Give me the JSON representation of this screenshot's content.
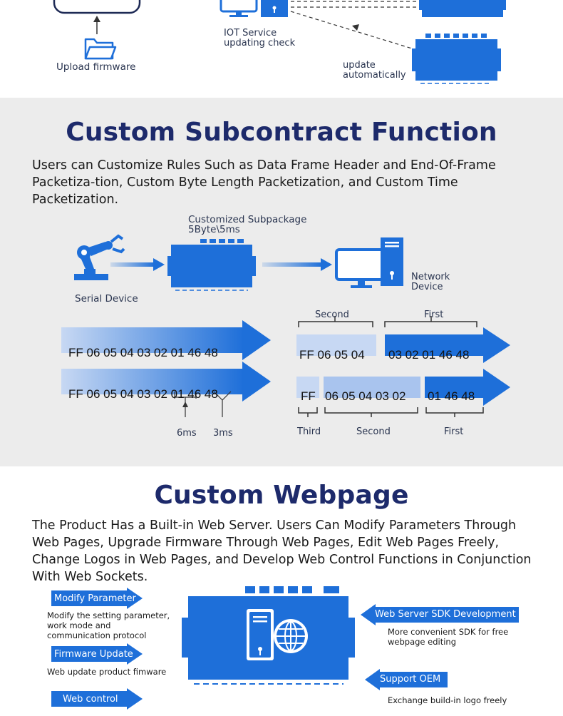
{
  "top": {
    "upload_label": "Upload firmware",
    "iot_label": "IOT Service\nupdating check",
    "update_label": "update\nautomatically"
  },
  "subcontract": {
    "title": "Custom Subcontract Function",
    "description": "Users can Customize Rules Such as Data Frame Header and End-Of-Frame Packetiza-tion, Custom Byte Length Packetization, and Custom Time Packetization.",
    "subpackage_label": "Customized Subpackage\n5Byte\\5ms",
    "serial_device_label": "Serial Device",
    "network_device_label": "Network\nDevice",
    "frame1": "FF 06 05 04 03 02 01 46 48",
    "frame2": "FF 06 05 04 03 02 01 46 48",
    "split1": {
      "second_label": "Second",
      "first_label": "First",
      "second": "FF 06 05 04",
      "first": "03 02 01 46 48"
    },
    "split2": {
      "third_label": "Third",
      "second_label": "Second",
      "first_label": "First",
      "third": "FF",
      "second": "06 05 04 03 02",
      "first": "01 46 48"
    },
    "time1": "6ms",
    "time2": "3ms"
  },
  "webpage": {
    "title": "Custom Webpage",
    "description": "The Product Has a Built-in Web Server. Users Can Modify Parameters Through Web Pages, Upgrade Firmware Through Web Pages, Edit Web Pages Freely, Change Logos in Web Pages, and Develop Web Control Functions in Conjunction With Web Sockets.",
    "features_left": [
      {
        "tag": "Modify Parameter",
        "desc": "Modify the setting parameter,\nwork mode and\ncommunication protocol"
      },
      {
        "tag": "Firmware Update",
        "desc": "Web update product fimware"
      },
      {
        "tag": "Web control",
        "desc": ""
      }
    ],
    "features_right": [
      {
        "tag": "Web Server SDK Development",
        "desc": "More convenient SDK for free\nwebpage editing"
      },
      {
        "tag": "Support OEM",
        "desc": "Exchange build-in logo freely"
      }
    ]
  },
  "colors": {
    "accent": "#1e6fd9",
    "title": "#1d2a6b",
    "band": "#ececec"
  }
}
